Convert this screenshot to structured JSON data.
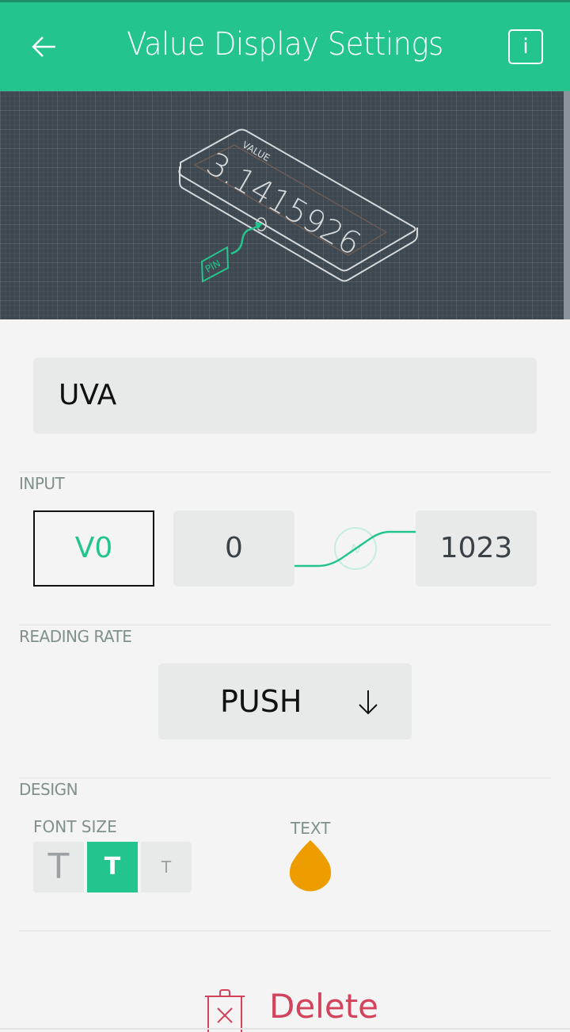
{
  "header": {
    "title": "Value Display Settings",
    "back_icon": "arrow-left-icon",
    "info_label": "i",
    "bg_color": "#23c48e"
  },
  "illustration": {
    "widget_label": "VALUE",
    "display_value": "3.1415926",
    "pin_label": "PIN"
  },
  "name_field": {
    "value": "UVA"
  },
  "input": {
    "section_label": "INPUT",
    "pin": "V0",
    "min": "0",
    "max": "1023"
  },
  "reading_rate": {
    "section_label": "READING RATE",
    "selected": "PUSH",
    "dropdown_icon": "arrow-down-icon"
  },
  "design": {
    "section_label": "DESIGN",
    "font_size_label": "FONT SIZE",
    "font_sizes": [
      {
        "label": "T",
        "size": "large",
        "active": false
      },
      {
        "label": "T",
        "size": "medium",
        "active": true
      },
      {
        "label": "T",
        "size": "small",
        "active": false
      }
    ],
    "text_color_label": "TEXT",
    "text_color": "#ed9d00"
  },
  "delete": {
    "label": "Delete",
    "color": "#d3435c"
  }
}
